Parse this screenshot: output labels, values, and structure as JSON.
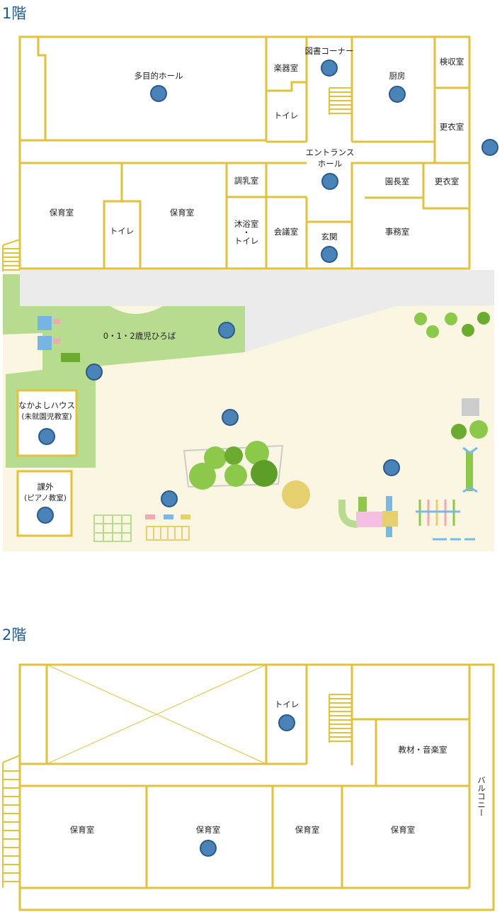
{
  "floor1": {
    "heading": "1階",
    "rooms": {
      "multipurpose_hall": "多目的ホール",
      "instrument_room": "楽器室",
      "toilet_a": "トイレ",
      "library_corner": "図書コーナー",
      "kitchen": "厨房",
      "inspection_room": "検収室",
      "changing_room_a": "更衣室",
      "entrance_hall": "エントランス",
      "entrance_hall_2": "ホール",
      "nursery_a": "保育室",
      "toilet_b": "トイレ",
      "nursery_b": "保育室",
      "milk_room": "調乳室",
      "bath_toilet_1": "沐浴室",
      "bath_toilet_2": "・",
      "bath_toilet_3": "トイレ",
      "meeting_room": "会議室",
      "genkan": "玄関",
      "principal_room": "園長室",
      "changing_room_b": "更衣室",
      "office": "事務室"
    },
    "outdoor": {
      "plaza": "0・1・2歳児ひろば",
      "nakayoshi_1": "なかよしハウス",
      "nakayoshi_2": "(未就園児教室)",
      "kagai_1": "課外",
      "kagai_2": "(ピアノ教室)"
    }
  },
  "floor2": {
    "heading": "2階",
    "rooms": {
      "toilet": "トイレ",
      "materials_music": "教材・音楽室",
      "nursery_1": "保育室",
      "nursery_2": "保育室",
      "nursery_3": "保育室",
      "nursery_4": "保育室",
      "balcony": "バルコニー"
    }
  },
  "colors": {
    "wall": "#e2c23d",
    "marker": "#4a83b8",
    "grass": "#b7dc8f",
    "sand": "#faf6e1",
    "paving": "#ebebeb",
    "heading": "#1e5a8c"
  }
}
